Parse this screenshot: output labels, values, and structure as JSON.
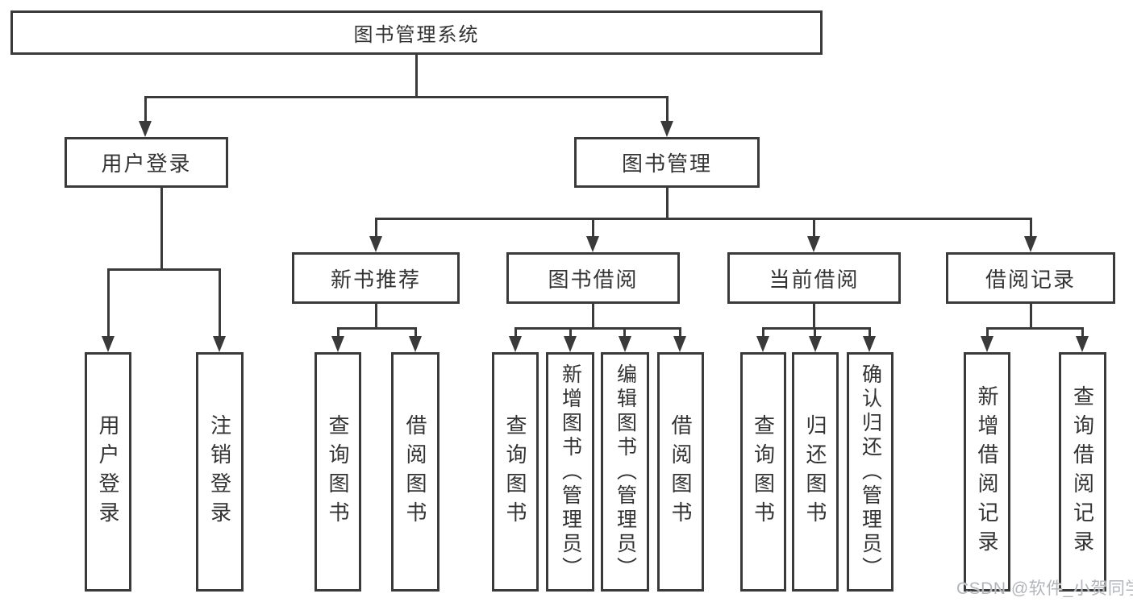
{
  "diagram": {
    "root": {
      "label": "图书管理系统"
    },
    "children": [
      {
        "label": "用户登录",
        "children": [
          {
            "label": "用户登录"
          },
          {
            "label": "注销登录"
          }
        ]
      },
      {
        "label": "图书管理",
        "children": [
          {
            "label": "新书推荐",
            "children": [
              {
                "label": "查询图书"
              },
              {
                "label": "借阅图书"
              }
            ]
          },
          {
            "label": "图书借阅",
            "children": [
              {
                "label": "查询图书"
              },
              {
                "label": "新增图书（管理员）"
              },
              {
                "label": "编辑图书（管理员）"
              },
              {
                "label": "借阅图书"
              }
            ]
          },
          {
            "label": "当前借阅",
            "children": [
              {
                "label": "查询图书"
              },
              {
                "label": "归还图书"
              },
              {
                "label": "确认归还（管理员）"
              }
            ]
          },
          {
            "label": "借阅记录",
            "children": [
              {
                "label": "新增借阅记录"
              },
              {
                "label": "查询借阅记录"
              }
            ]
          }
        ]
      }
    ]
  },
  "watermark": "CSDN @软件_小贺同学",
  "colors": {
    "line": "#3a3a3a",
    "text": "#333333",
    "background": "#ffffff",
    "watermark": "#b2b5ba"
  }
}
